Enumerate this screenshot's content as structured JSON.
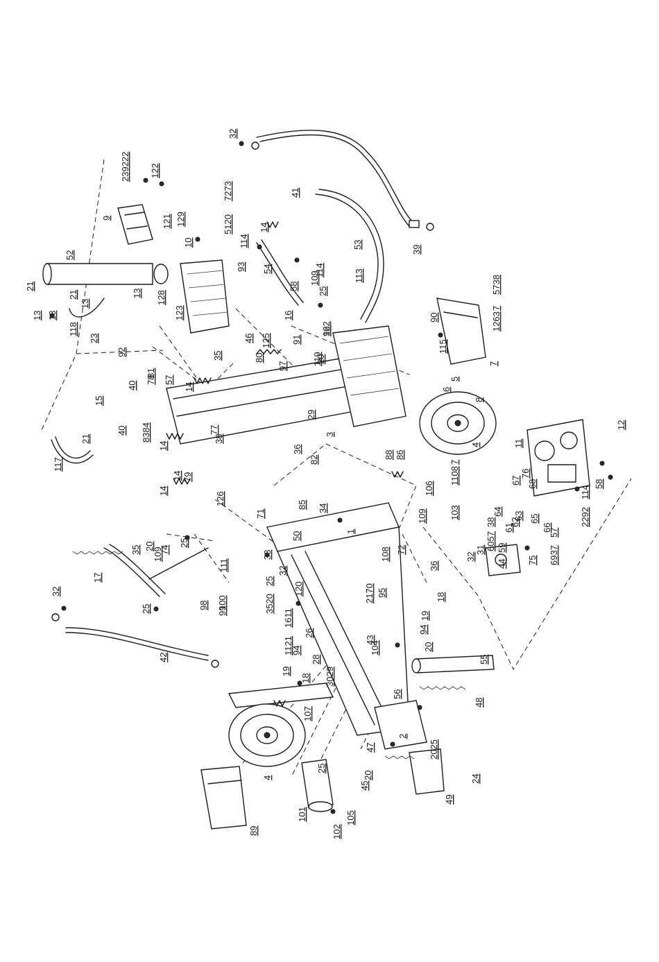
{
  "diagram": {
    "line_color": "#1a1a1a",
    "background": "#ffffff",
    "labels": [
      "1",
      "2",
      "3",
      "4",
      "4",
      "5",
      "6",
      "7",
      "8",
      "9",
      "10",
      "11",
      "12",
      "13",
      "13",
      "13",
      "13",
      "14",
      "14",
      "14",
      "14",
      "14",
      "15",
      "16",
      "17",
      "18",
      "18",
      "19",
      "19",
      "20",
      "20",
      "20",
      "20",
      "21",
      "21",
      "21",
      "23",
      "24",
      "25",
      "25",
      "25",
      "25",
      "26",
      "28",
      "29",
      "31",
      "32",
      "32",
      "32",
      "32",
      "33",
      "34",
      "35",
      "35",
      "36",
      "36",
      "38",
      "39",
      "40",
      "40",
      "41",
      "42",
      "43",
      "44",
      "45",
      "46",
      "47",
      "48",
      "49",
      "50",
      "52",
      "53",
      "54",
      "55",
      "56",
      "57",
      "58",
      "58",
      "59",
      "61",
      "62",
      "63",
      "64",
      "65",
      "66",
      "67",
      "68",
      "71",
      "72",
      "74",
      "75",
      "76",
      "77",
      "78",
      "79",
      "80",
      "81",
      "82",
      "85",
      "86",
      "88",
      "89",
      "90",
      "91",
      "92",
      "93",
      "94",
      "94",
      "95",
      "96",
      "97",
      "98",
      "99",
      "100",
      "101",
      "102",
      "104",
      "105",
      "106",
      "107",
      "108",
      "109",
      "109",
      "109",
      "111",
      "113",
      "114",
      "114",
      "115",
      "117",
      "118",
      "119",
      "120",
      "121",
      "122",
      "122",
      "123",
      "125",
      "126",
      "128",
      "129",
      "239222",
      "5120",
      "7273",
      "1263",
      "7",
      "5738",
      "2292",
      "114",
      "6057",
      "38",
      "6937",
      "57",
      "8384",
      "3520",
      "25",
      "2170",
      "3029",
      "1121",
      "1611",
      "103",
      "1108",
      "7",
      "2025"
    ]
  }
}
